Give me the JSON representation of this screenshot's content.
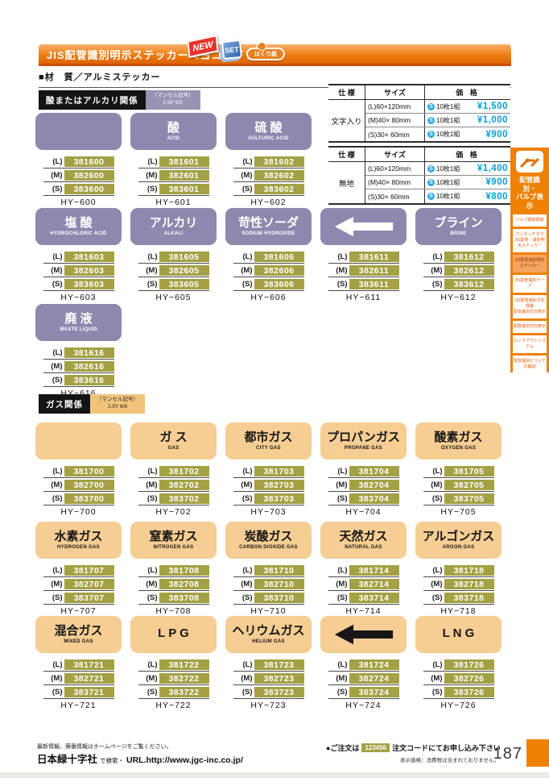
{
  "header": {
    "title": "JIS配管識別明示ステッカー＜ヨコタイプ＞",
    "badge_new": "NEW",
    "badge_set": "SET",
    "badge_peel": "はくり紙",
    "material": "■材　質／アルミステッカー"
  },
  "sections": {
    "alkali": {
      "label": "酸またはアルカリ関係",
      "munsell": "（マンセル記号）\n2.5P 5/5"
    },
    "gas": {
      "label": "ガス関係",
      "munsell": "（マンセル記号）\n2.5Y 8/6"
    }
  },
  "price": {
    "headers": {
      "spec": "仕 様",
      "size": "サイズ",
      "price": "価 格"
    },
    "set_symbol": "S",
    "tables": [
      {
        "spec": "文字入り",
        "rows": [
          {
            "size": "(L)60×120mm",
            "set": "10枚1組",
            "price": "¥1,500"
          },
          {
            "size": "(M)40× 80mm",
            "set": "10枚1組",
            "price": "¥1,000"
          },
          {
            "size": "(S)30× 60mm",
            "set": "10枚1組",
            "price": "¥900"
          }
        ]
      },
      {
        "spec": "無地",
        "rows": [
          {
            "size": "(L)60×120mm",
            "set": "10枚1組",
            "price": "¥1,400"
          },
          {
            "size": "(M)40× 80mm",
            "set": "10枚1組",
            "price": "¥900"
          },
          {
            "size": "(S)30× 60mm",
            "set": "10枚1組",
            "price": "¥800"
          }
        ]
      }
    ]
  },
  "products": {
    "alkali_row1": [
      {
        "type": "blank",
        "jp": "",
        "en": "",
        "model": "HY−600",
        "codes": [
          {
            "label": "(L)",
            "code": "381600"
          },
          {
            "label": "(M)",
            "code": "382600"
          },
          {
            "label": "(S)",
            "code": "383600"
          }
        ]
      },
      {
        "type": "text",
        "jp": "酸",
        "en": "ACID",
        "model": "HY−601",
        "codes": [
          {
            "label": "(L)",
            "code": "381601"
          },
          {
            "label": "(M)",
            "code": "382601"
          },
          {
            "label": "(S)",
            "code": "383601"
          }
        ]
      },
      {
        "type": "text",
        "jp": "硫 酸",
        "en": "SULFURIC ACID",
        "model": "HY−602",
        "codes": [
          {
            "label": "(L)",
            "code": "381602"
          },
          {
            "label": "(M)",
            "code": "382602"
          },
          {
            "label": "(S)",
            "code": "383602"
          }
        ]
      }
    ],
    "alkali_row2": [
      {
        "type": "text",
        "jp": "塩 酸",
        "en": "HYDROCHLORIC ACID",
        "model": "HY−603",
        "codes": [
          {
            "label": "(L)",
            "code": "381603"
          },
          {
            "label": "(M)",
            "code": "382603"
          },
          {
            "label": "(S)",
            "code": "383603"
          }
        ]
      },
      {
        "type": "text",
        "jp": "アルカリ",
        "en": "ALKALI",
        "model": "HY−605",
        "codes": [
          {
            "label": "(L)",
            "code": "381605"
          },
          {
            "label": "(M)",
            "code": "382605"
          },
          {
            "label": "(S)",
            "code": "383605"
          }
        ]
      },
      {
        "type": "text",
        "jp": "苛性ソーダ",
        "en": "SODIUM HYDROXIDE",
        "model": "HY−606",
        "codes": [
          {
            "label": "(L)",
            "code": "381606"
          },
          {
            "label": "(M)",
            "code": "382606"
          },
          {
            "label": "(S)",
            "code": "383606"
          }
        ]
      },
      {
        "type": "arrow",
        "jp": "",
        "en": "",
        "model": "HY−611",
        "codes": [
          {
            "label": "(L)",
            "code": "381611"
          },
          {
            "label": "(M)",
            "code": "382611"
          },
          {
            "label": "(S)",
            "code": "383611"
          }
        ]
      },
      {
        "type": "text",
        "jp": "ブライン",
        "en": "BRINE",
        "model": "HY−612",
        "codes": [
          {
            "label": "(L)",
            "code": "381612"
          },
          {
            "label": "(M)",
            "code": "382612"
          },
          {
            "label": "(S)",
            "code": "383612"
          }
        ]
      }
    ],
    "alkali_row3": [
      {
        "type": "text",
        "jp": "廃 液",
        "en": "WASTE LIQUID",
        "model": "HY−616",
        "codes": [
          {
            "label": "(L)",
            "code": "381616"
          },
          {
            "label": "(M)",
            "code": "382616"
          },
          {
            "label": "(S)",
            "code": "383616"
          }
        ]
      }
    ],
    "gas_row1": [
      {
        "type": "blank",
        "jp": "",
        "en": "",
        "model": "HY−700",
        "codes": [
          {
            "label": "(L)",
            "code": "381700"
          },
          {
            "label": "(M)",
            "code": "382700"
          },
          {
            "label": "(S)",
            "code": "383700"
          }
        ]
      },
      {
        "type": "text",
        "jp": "ガ ス",
        "en": "GAS",
        "model": "HY−702",
        "codes": [
          {
            "label": "(L)",
            "code": "381702"
          },
          {
            "label": "(M)",
            "code": "382702"
          },
          {
            "label": "(S)",
            "code": "383702"
          }
        ]
      },
      {
        "type": "text",
        "jp": "都市ガス",
        "en": "CITY GAS",
        "model": "HY−703",
        "codes": [
          {
            "label": "(L)",
            "code": "381703"
          },
          {
            "label": "(M)",
            "code": "382703"
          },
          {
            "label": "(S)",
            "code": "383703"
          }
        ]
      },
      {
        "type": "text",
        "jp": "プロパンガス",
        "en": "PROPANE GAS",
        "model": "HY−704",
        "codes": [
          {
            "label": "(L)",
            "code": "381704"
          },
          {
            "label": "(M)",
            "code": "382704"
          },
          {
            "label": "(S)",
            "code": "383704"
          }
        ]
      },
      {
        "type": "text",
        "jp": "酸素ガス",
        "en": "OXYGEN GAS",
        "model": "HY−705",
        "codes": [
          {
            "label": "(L)",
            "code": "381705"
          },
          {
            "label": "(M)",
            "code": "382705"
          },
          {
            "label": "(S)",
            "code": "383705"
          }
        ]
      }
    ],
    "gas_row2": [
      {
        "type": "text",
        "jp": "水素ガス",
        "en": "HYDROGEN GAS",
        "model": "HY−707",
        "codes": [
          {
            "label": "(L)",
            "code": "381707"
          },
          {
            "label": "(M)",
            "code": "382707"
          },
          {
            "label": "(S)",
            "code": "383707"
          }
        ]
      },
      {
        "type": "text",
        "jp": "窒素ガス",
        "en": "NITROGEN GAS",
        "model": "HY−708",
        "codes": [
          {
            "label": "(L)",
            "code": "381708"
          },
          {
            "label": "(M)",
            "code": "382708"
          },
          {
            "label": "(S)",
            "code": "383708"
          }
        ]
      },
      {
        "type": "text",
        "jp": "炭酸ガス",
        "en": "CARBON DIOXIDE GAS",
        "model": "HY−710",
        "codes": [
          {
            "label": "(L)",
            "code": "381710"
          },
          {
            "label": "(M)",
            "code": "382710"
          },
          {
            "label": "(S)",
            "code": "383710"
          }
        ]
      },
      {
        "type": "text",
        "jp": "天然ガス",
        "en": "NATURAL GAS",
        "model": "HY−714",
        "codes": [
          {
            "label": "(L)",
            "code": "381714"
          },
          {
            "label": "(M)",
            "code": "382714"
          },
          {
            "label": "(S)",
            "code": "383714"
          }
        ]
      },
      {
        "type": "text",
        "jp": "アルゴンガス",
        "en": "ARGON GAS",
        "model": "HY−718",
        "codes": [
          {
            "label": "(L)",
            "code": "381718"
          },
          {
            "label": "(M)",
            "code": "382718"
          },
          {
            "label": "(S)",
            "code": "383718"
          }
        ]
      }
    ],
    "gas_row3": [
      {
        "type": "text",
        "jp": "混合ガス",
        "en": "MIXED GAS",
        "model": "HY−721",
        "codes": [
          {
            "label": "(L)",
            "code": "381721"
          },
          {
            "label": "(M)",
            "code": "382721"
          },
          {
            "label": "(S)",
            "code": "383721"
          }
        ]
      },
      {
        "type": "text",
        "jp": "L P G",
        "en": "",
        "model": "HY−722",
        "codes": [
          {
            "label": "(L)",
            "code": "381722"
          },
          {
            "label": "(M)",
            "code": "382722"
          },
          {
            "label": "(S)",
            "code": "383722"
          }
        ]
      },
      {
        "type": "text",
        "jp": "ヘリウムガス",
        "en": "HELIUM GAS",
        "model": "HY−723",
        "codes": [
          {
            "label": "(L)",
            "code": "381723"
          },
          {
            "label": "(M)",
            "code": "382723"
          },
          {
            "label": "(S)",
            "code": "383723"
          }
        ]
      },
      {
        "type": "arrow",
        "jp": "",
        "en": "",
        "model": "HY−724",
        "codes": [
          {
            "label": "(L)",
            "code": "381724"
          },
          {
            "label": "(M)",
            "code": "382724"
          },
          {
            "label": "(S)",
            "code": "383724"
          }
        ]
      },
      {
        "type": "text",
        "jp": "L N G",
        "en": "",
        "model": "HY−726",
        "codes": [
          {
            "label": "(L)",
            "code": "381726"
          },
          {
            "label": "(M)",
            "code": "382726"
          },
          {
            "label": "(S)",
            "code": "383726"
          }
        ]
      }
    ]
  },
  "sidebar": {
    "title": "配管識別・\nバルブ表示",
    "items": [
      {
        "label": "バルブ関係標識",
        "active": "false"
      },
      {
        "label": "ワンタッチタグ\nJIS配管・識別明示ステッカー",
        "active": "false"
      },
      {
        "label": "JIS配管識別明示ステッカー",
        "active": "true"
      },
      {
        "label": "JIS配管識別テープ",
        "active": "false"
      },
      {
        "label": "JIS配管識別方向標識\n配管識別方向表示",
        "active": "false"
      },
      {
        "label": "配管識別方向表示",
        "active": "false"
      },
      {
        "label": "ロックアウトシステム",
        "active": "false"
      },
      {
        "label": "配管識別についての解説",
        "active": "false"
      }
    ]
  },
  "footer": {
    "note": "最新情報、廃番情報はホームページをご覧ください。",
    "company": "日本緑十字社",
    "search": "で検索・",
    "url": "URL.http://www.jgc-inc.co.jp/",
    "order_prefix": "●ご注文は",
    "order_code": "123456",
    "order_suffix": "注文コードにてお申し込み下さい",
    "tax_note": "表示価格：消費税は含まれておりません。",
    "page": "187"
  }
}
